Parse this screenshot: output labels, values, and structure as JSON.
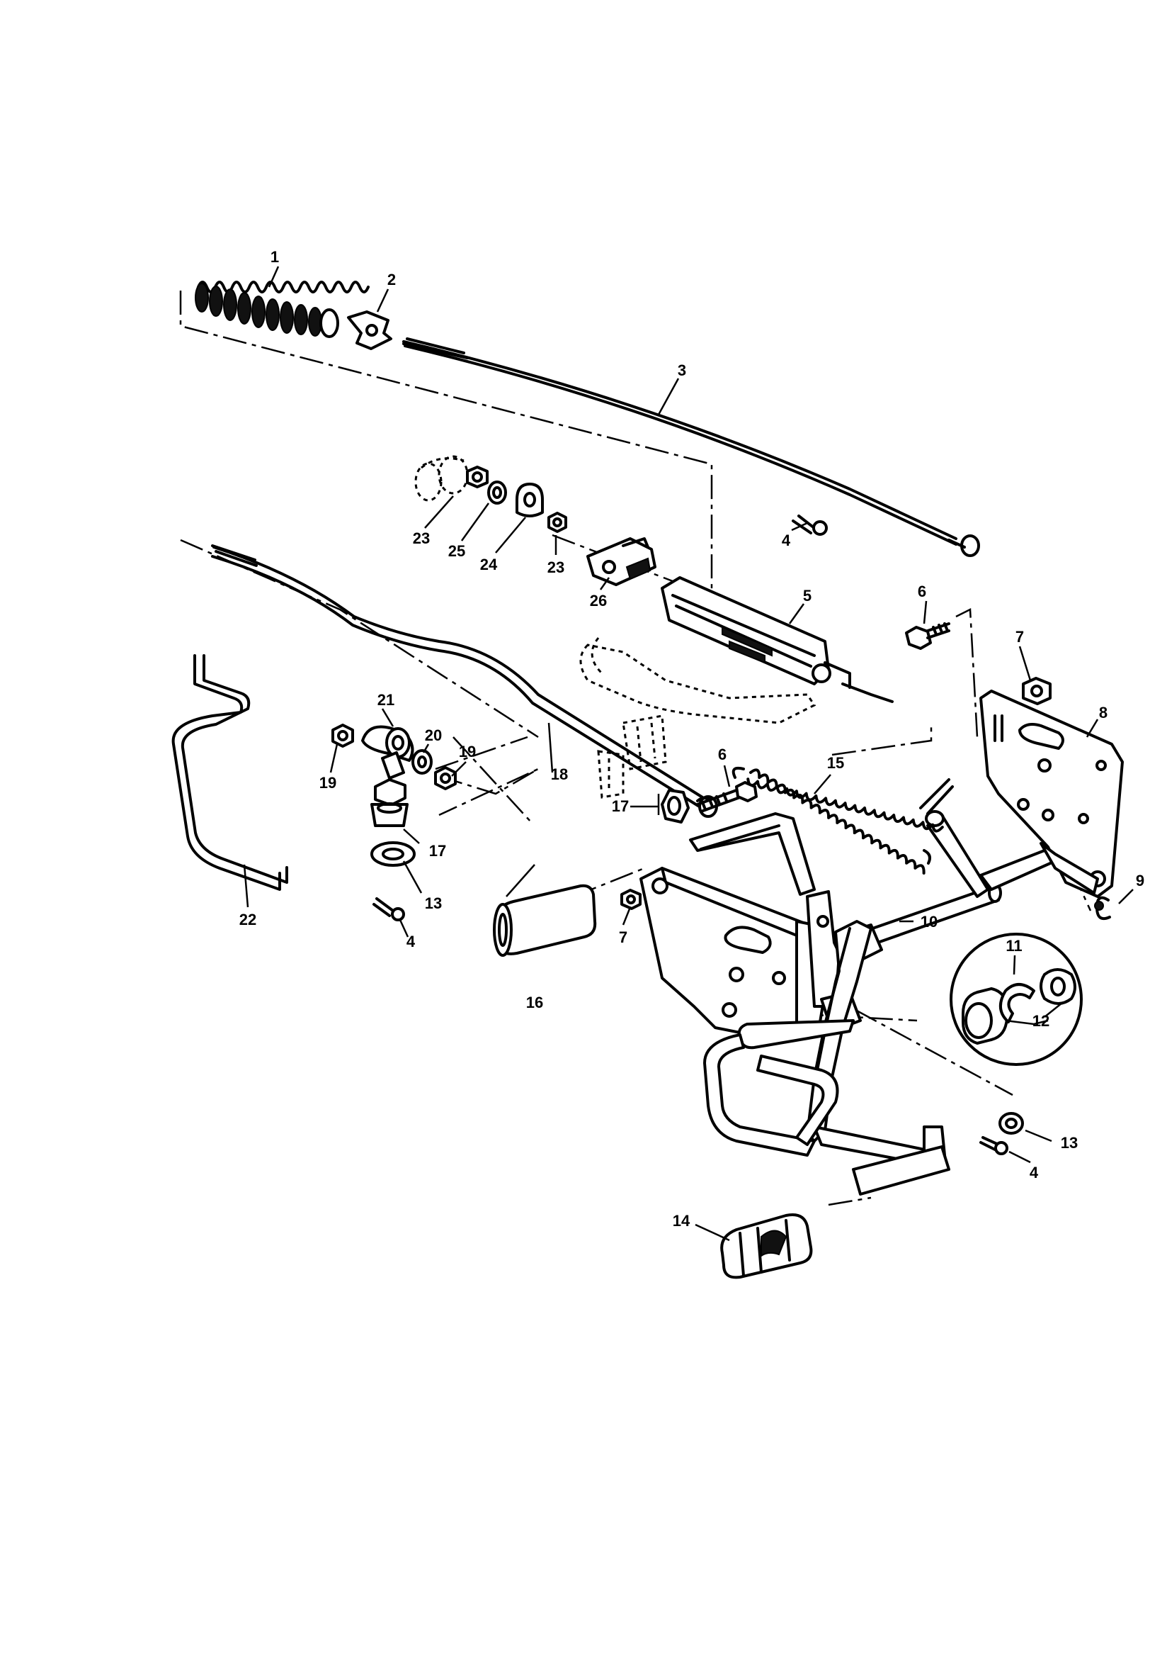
{
  "callouts": [
    {
      "id": "c1",
      "text": "1"
    },
    {
      "id": "c2",
      "text": "2"
    },
    {
      "id": "c3",
      "text": "3"
    },
    {
      "id": "c4a",
      "text": "4"
    },
    {
      "id": "c4b",
      "text": "4"
    },
    {
      "id": "c4c",
      "text": "4"
    },
    {
      "id": "c5",
      "text": "5"
    },
    {
      "id": "c6a",
      "text": "6"
    },
    {
      "id": "c6b",
      "text": "6"
    },
    {
      "id": "c7a",
      "text": "7"
    },
    {
      "id": "c7b",
      "text": "7"
    },
    {
      "id": "c8",
      "text": "8"
    },
    {
      "id": "c9",
      "text": "9"
    },
    {
      "id": "c10",
      "text": "10"
    },
    {
      "id": "c11",
      "text": "11"
    },
    {
      "id": "c12",
      "text": "12"
    },
    {
      "id": "c13a",
      "text": "13"
    },
    {
      "id": "c13b",
      "text": "13"
    },
    {
      "id": "c14",
      "text": "14"
    },
    {
      "id": "c15",
      "text": "15"
    },
    {
      "id": "c16",
      "text": "16"
    },
    {
      "id": "c17a",
      "text": "17"
    },
    {
      "id": "c17b",
      "text": "17"
    },
    {
      "id": "c18",
      "text": "18"
    },
    {
      "id": "c19a",
      "text": "19"
    },
    {
      "id": "c19b",
      "text": "19"
    },
    {
      "id": "c20",
      "text": "20"
    },
    {
      "id": "c21",
      "text": "21"
    },
    {
      "id": "c22",
      "text": "22"
    },
    {
      "id": "c23a",
      "text": "23"
    },
    {
      "id": "c23b",
      "text": "23"
    },
    {
      "id": "c24",
      "text": "24"
    },
    {
      "id": "c25",
      "text": "25"
    },
    {
      "id": "c26",
      "text": "26"
    }
  ]
}
